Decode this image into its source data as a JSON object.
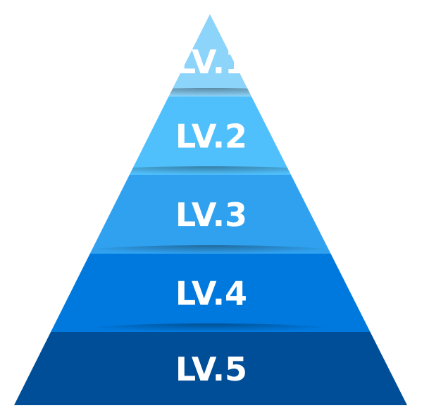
{
  "pyramid": {
    "levels": [
      {
        "label": "LV.1",
        "color": "#8dd4fb"
      },
      {
        "label": "LV.2",
        "color": "#50c0fc"
      },
      {
        "label": "LV.3",
        "color": "#30a1ef"
      },
      {
        "label": "LV.4",
        "color": "#0079de"
      },
      {
        "label": "LV.5",
        "color": "#004e97"
      }
    ]
  }
}
